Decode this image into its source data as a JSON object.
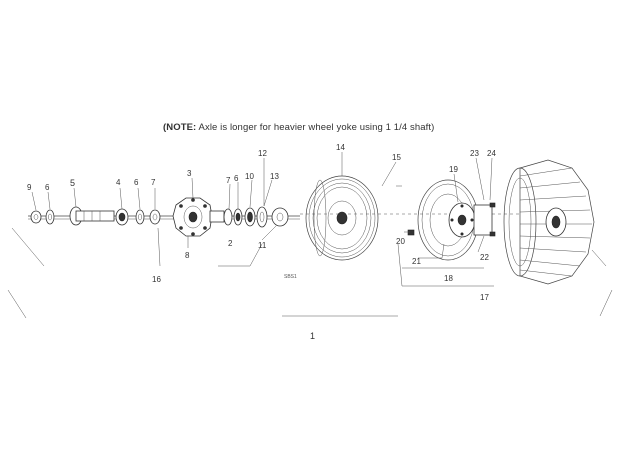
{
  "note": {
    "prefix": "(NOTE:",
    "text": " Axle is longer for heavier wheel yoke using 1 1/4 shaft)"
  },
  "callouts": {
    "c9": "9",
    "c6a": "6",
    "c5": "5",
    "c4": "4",
    "c6b": "6",
    "c7a": "7",
    "c3": "3",
    "c8": "8",
    "c7b": "7",
    "c6c": "6",
    "c10": "10",
    "c13": "13",
    "c12": "12",
    "c11": "11",
    "c2": "2",
    "c16": "16",
    "c14": "14",
    "c15": "15",
    "c19": "19",
    "c23": "23",
    "c24": "24",
    "c20": "20",
    "c21": "21",
    "c22": "22",
    "c18": "18",
    "c17": "17",
    "c1": "1"
  },
  "figure_id": "SBS1"
}
